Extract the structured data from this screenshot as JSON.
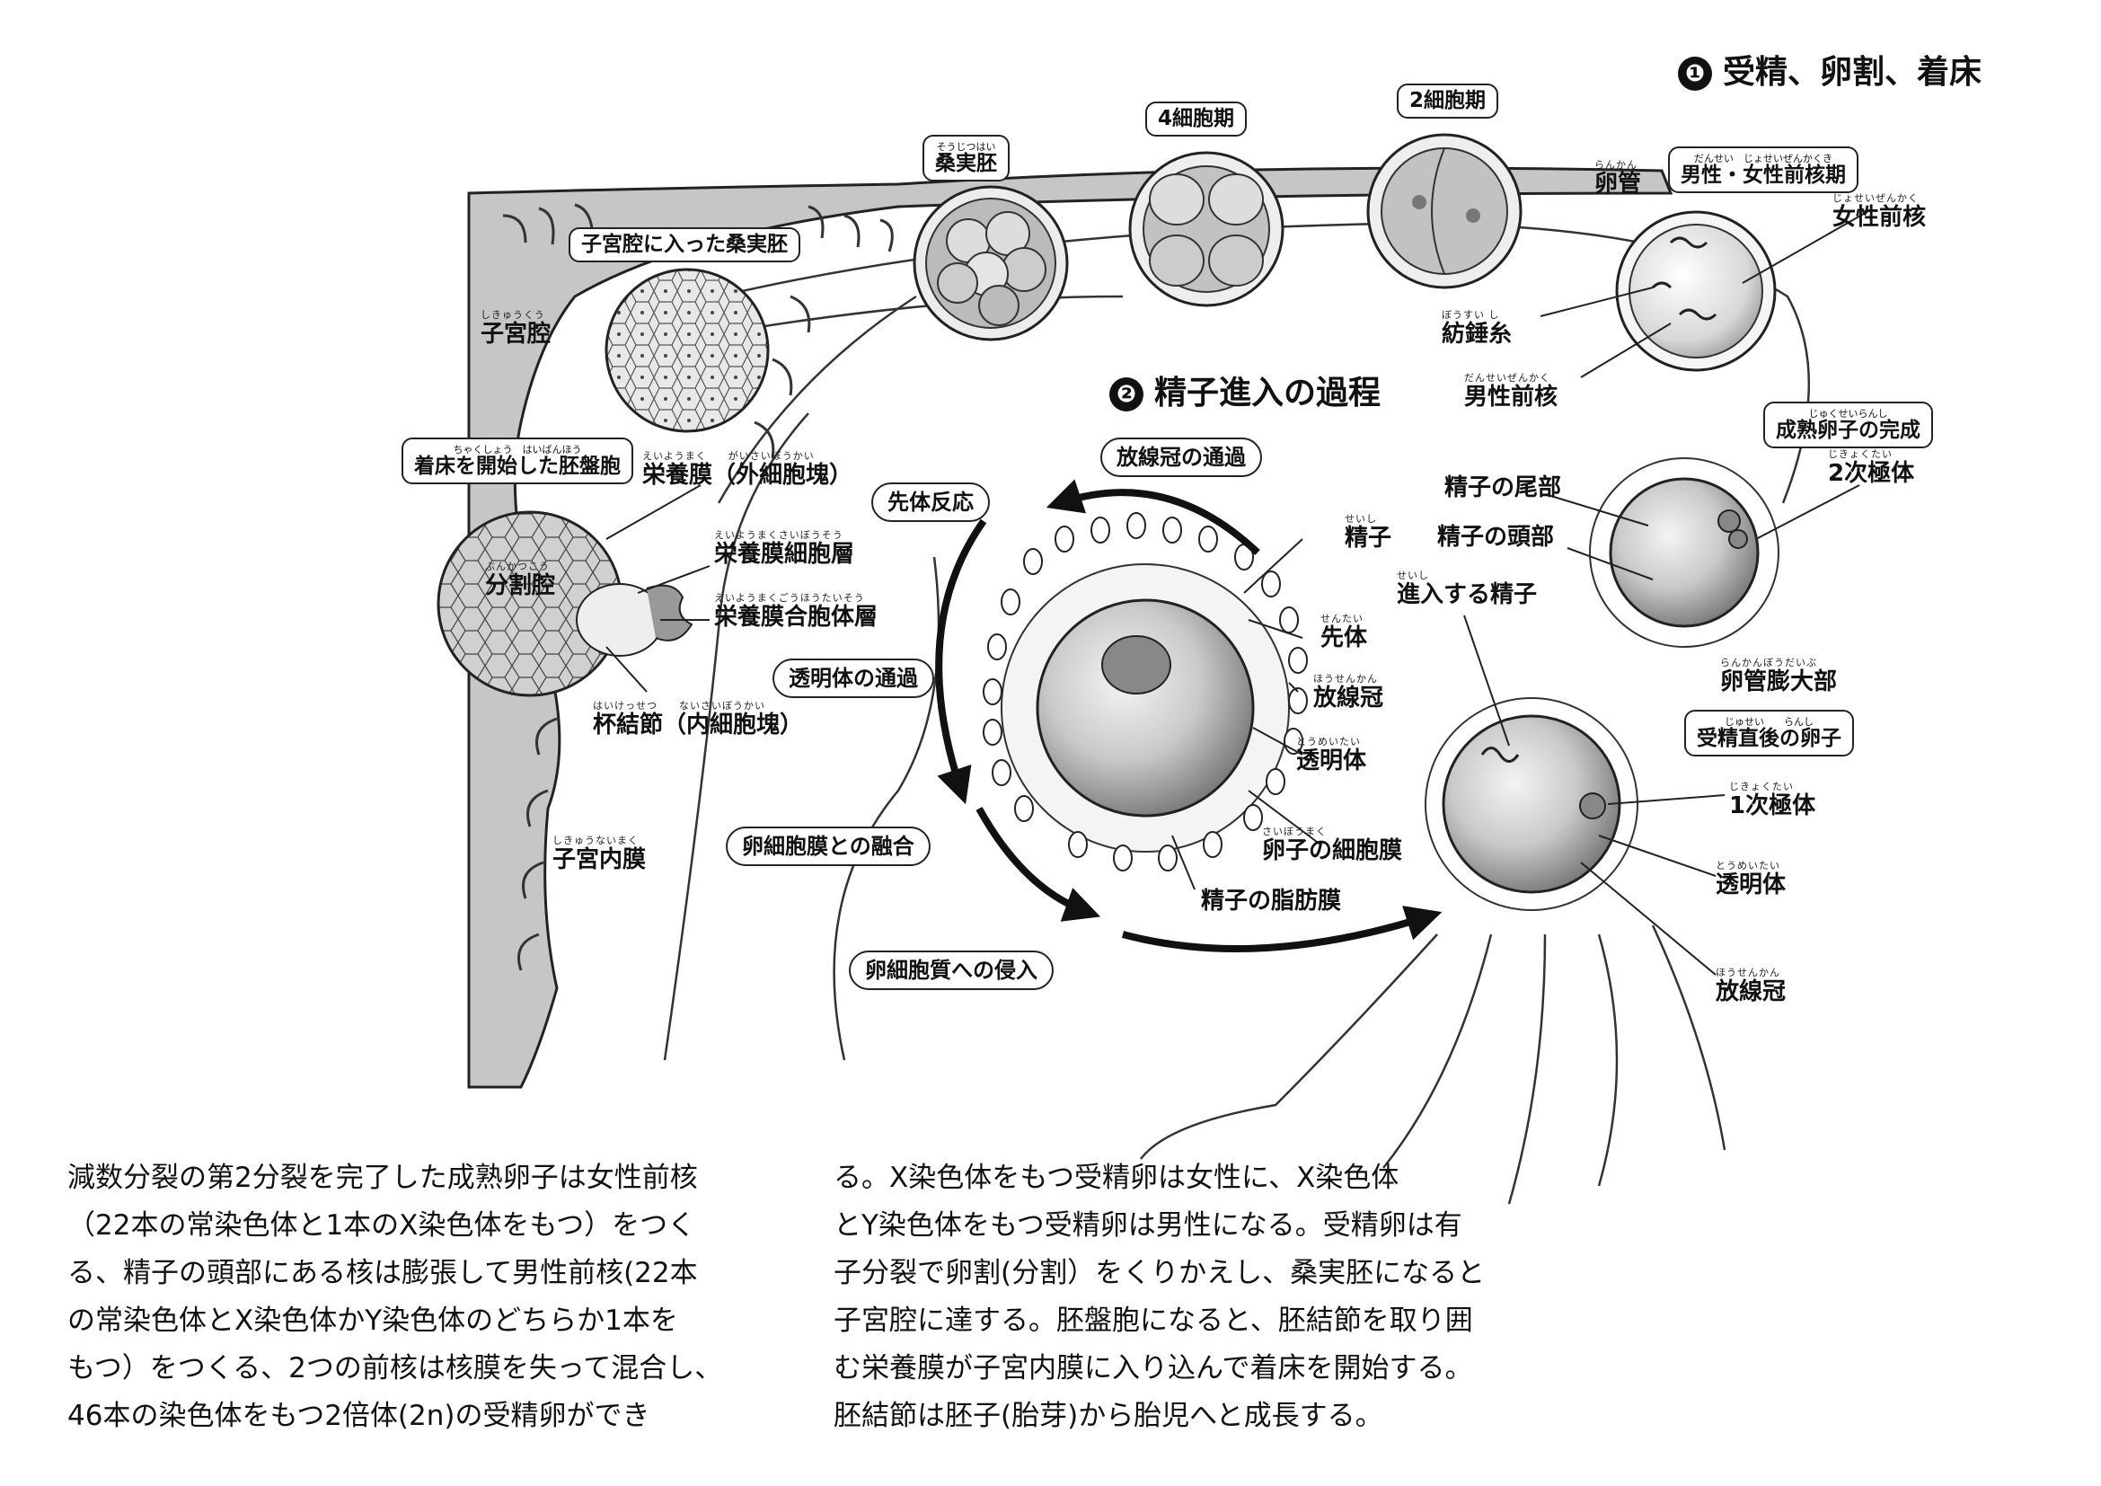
{
  "headings": {
    "h1_num": "❶",
    "h1_text": "受精、卵割、着床",
    "h2_num": "❷",
    "h2_text": "精子進入の過程"
  },
  "boxes": {
    "morula": {
      "ruby": "そうじつはい",
      "text": "桑実胚"
    },
    "four_cell": {
      "text": "4細胞期"
    },
    "two_cell": {
      "text": "2細胞期"
    },
    "pronuclear": {
      "ruby": "だんせい　じょせいぜんかくき",
      "text": "男性・女性前核期"
    },
    "morula_in_cavity": {
      "text": "子宮腔に入った桑実胚"
    },
    "implanting_blastocyst": {
      "ruby": "ちゃくしょう　はいばんほう",
      "text": "着床を開始した胚盤胞"
    },
    "mature_egg_complete": {
      "ruby": "じゅくせいらんし",
      "text": "成熟卵子の完成"
    },
    "fertilized_egg": {
      "ruby": "じゅせい　　らんし",
      "text": "受精直後の卵子"
    }
  },
  "labels": {
    "oviduct": {
      "ruby": "らんかん",
      "text": "卵管"
    },
    "female_pronucleus": {
      "ruby": "じょせいぜんかく",
      "text": "女性前核"
    },
    "spindle": {
      "ruby": "ぼうすい し",
      "text": "紡錘糸"
    },
    "male_pronucleus": {
      "ruby": "だんせいぜんかく",
      "text": "男性前核"
    },
    "uterine_cavity": {
      "ruby": "しきゅうくう",
      "text": "子宮腔"
    },
    "trophoblast": {
      "ruby": "えいようまく　　がいさいぼうかい",
      "text": "栄養膜（外細胞塊）"
    },
    "cytotrophoblast": {
      "ruby": "えいようまくさいぼうそう",
      "text": "栄養膜細胞層"
    },
    "syncytiotrophoblast": {
      "ruby": "えいようまくごうほうたいそう",
      "text": "栄養膜合胞体層"
    },
    "blastocoel": {
      "ruby": "ぶんかつこう",
      "text": "分割腔"
    },
    "embryoblast": {
      "ruby": "はいけっせつ　　ないさいぼうかい",
      "text": "杯結節（内細胞塊）"
    },
    "endometrium": {
      "ruby": "しきゅうないまく",
      "text": "子宮内膜"
    },
    "sperm": {
      "ruby": "せいし",
      "text": "精子"
    },
    "acrosome": {
      "ruby": "せんたい",
      "text": "先体"
    },
    "corona": {
      "ruby": "ほうせんかん",
      "text": "放線冠"
    },
    "zona": {
      "ruby": "とうめいたい",
      "text": "透明体"
    },
    "egg_membrane": {
      "ruby": "さいぼうまく",
      "text": "卵子の細胞膜"
    },
    "sperm_membrane": {
      "text": "精子の脂肪膜"
    },
    "sperm_tail": {
      "text": "精子の尾部"
    },
    "second_polar": {
      "ruby": "じきょくたい",
      "text": "2次極体"
    },
    "sperm_head": {
      "text": "精子の頭部"
    },
    "entering_sperm": {
      "ruby": "せいし",
      "text": "進入する精子"
    },
    "ampulla": {
      "ruby": "らんかんぼうだいぶ",
      "text": "卵管膨大部"
    },
    "first_polar": {
      "ruby": "じきょくたい",
      "text": "1次極体"
    },
    "zona2": {
      "ruby": "とうめいたい",
      "text": "透明体"
    },
    "corona2": {
      "ruby": "ほうせんかん",
      "text": "放線冠"
    }
  },
  "steps": {
    "pass_corona": "放線冠の通過",
    "acrosome_reaction": "先体反応",
    "pass_zona": "透明体の通過",
    "fusion": "卵細胞膜との融合",
    "entry": "卵細胞質への侵入"
  },
  "text_left": [
    "減数分裂の第2分裂を完了した成熟卵子は女性前核",
    "（22本の常染色体と1本のX染色体をもつ）をつく",
    "る、精子の頭部にある核は膨張して男性前核(22本",
    "の常染色体とX染色体かY染色体のどちらか1本を",
    "もつ）をつくる、2つの前核は核膜を失って混合し、",
    "46本の染色体をもつ2倍体(2n)の受精卵ができ"
  ],
  "text_right": [
    "る。X染色体をもつ受精卵は女性に、X染色体",
    "とY染色体をもつ受精卵は男性になる。受精卵は有",
    "子分裂で卵割(分割）をくりかえし、桑実胚になると",
    "子宮腔に達する。胚盤胞になると、胚結節を取り囲",
    "む栄養膜が子宮内膜に入り込んで着床を開始する。",
    "胚結節は胚子(胎芽)から胎児へと成長する。"
  ]
}
